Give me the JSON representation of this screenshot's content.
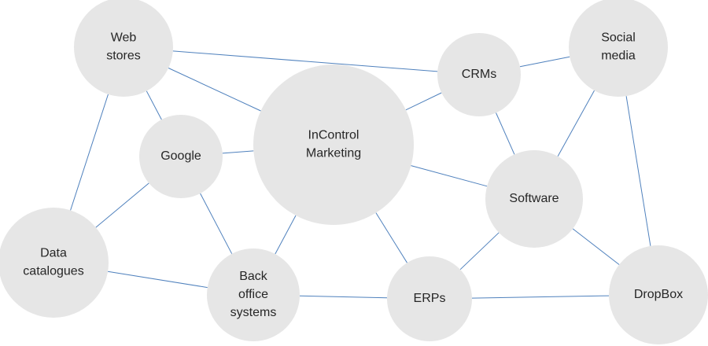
{
  "nodes": {
    "web_stores": {
      "lines": [
        "Web",
        "stores"
      ]
    },
    "social_media": {
      "lines": [
        "Social",
        "media"
      ]
    },
    "crms": {
      "lines": [
        "CRMs"
      ]
    },
    "incontrol_marketing": {
      "lines": [
        "InControl",
        "Marketing"
      ]
    },
    "google": {
      "lines": [
        "Google"
      ]
    },
    "software": {
      "lines": [
        "Software"
      ]
    },
    "data_catalogues": {
      "lines": [
        "Data",
        "catalogues"
      ]
    },
    "back_office_systems": {
      "lines": [
        "Back",
        "office",
        "systems"
      ]
    },
    "erps": {
      "lines": [
        "ERPs"
      ]
    },
    "dropbox": {
      "lines": [
        "DropBox"
      ]
    }
  },
  "edges": [
    [
      "web_stores",
      "crms"
    ],
    [
      "web_stores",
      "incontrol_marketing"
    ],
    [
      "web_stores",
      "google"
    ],
    [
      "web_stores",
      "data_catalogues"
    ],
    [
      "crms",
      "social_media"
    ],
    [
      "crms",
      "incontrol_marketing"
    ],
    [
      "crms",
      "software"
    ],
    [
      "social_media",
      "software"
    ],
    [
      "social_media",
      "dropbox"
    ],
    [
      "incontrol_marketing",
      "google"
    ],
    [
      "incontrol_marketing",
      "software"
    ],
    [
      "incontrol_marketing",
      "back_office_systems"
    ],
    [
      "incontrol_marketing",
      "erps"
    ],
    [
      "google",
      "data_catalogues"
    ],
    [
      "google",
      "back_office_systems"
    ],
    [
      "software",
      "erps"
    ],
    [
      "software",
      "dropbox"
    ],
    [
      "data_catalogues",
      "back_office_systems"
    ],
    [
      "back_office_systems",
      "erps"
    ],
    [
      "erps",
      "dropbox"
    ]
  ],
  "colors": {
    "node_fill": "#e6e6e6",
    "edge": "#4f81bd",
    "text": "#262626"
  }
}
